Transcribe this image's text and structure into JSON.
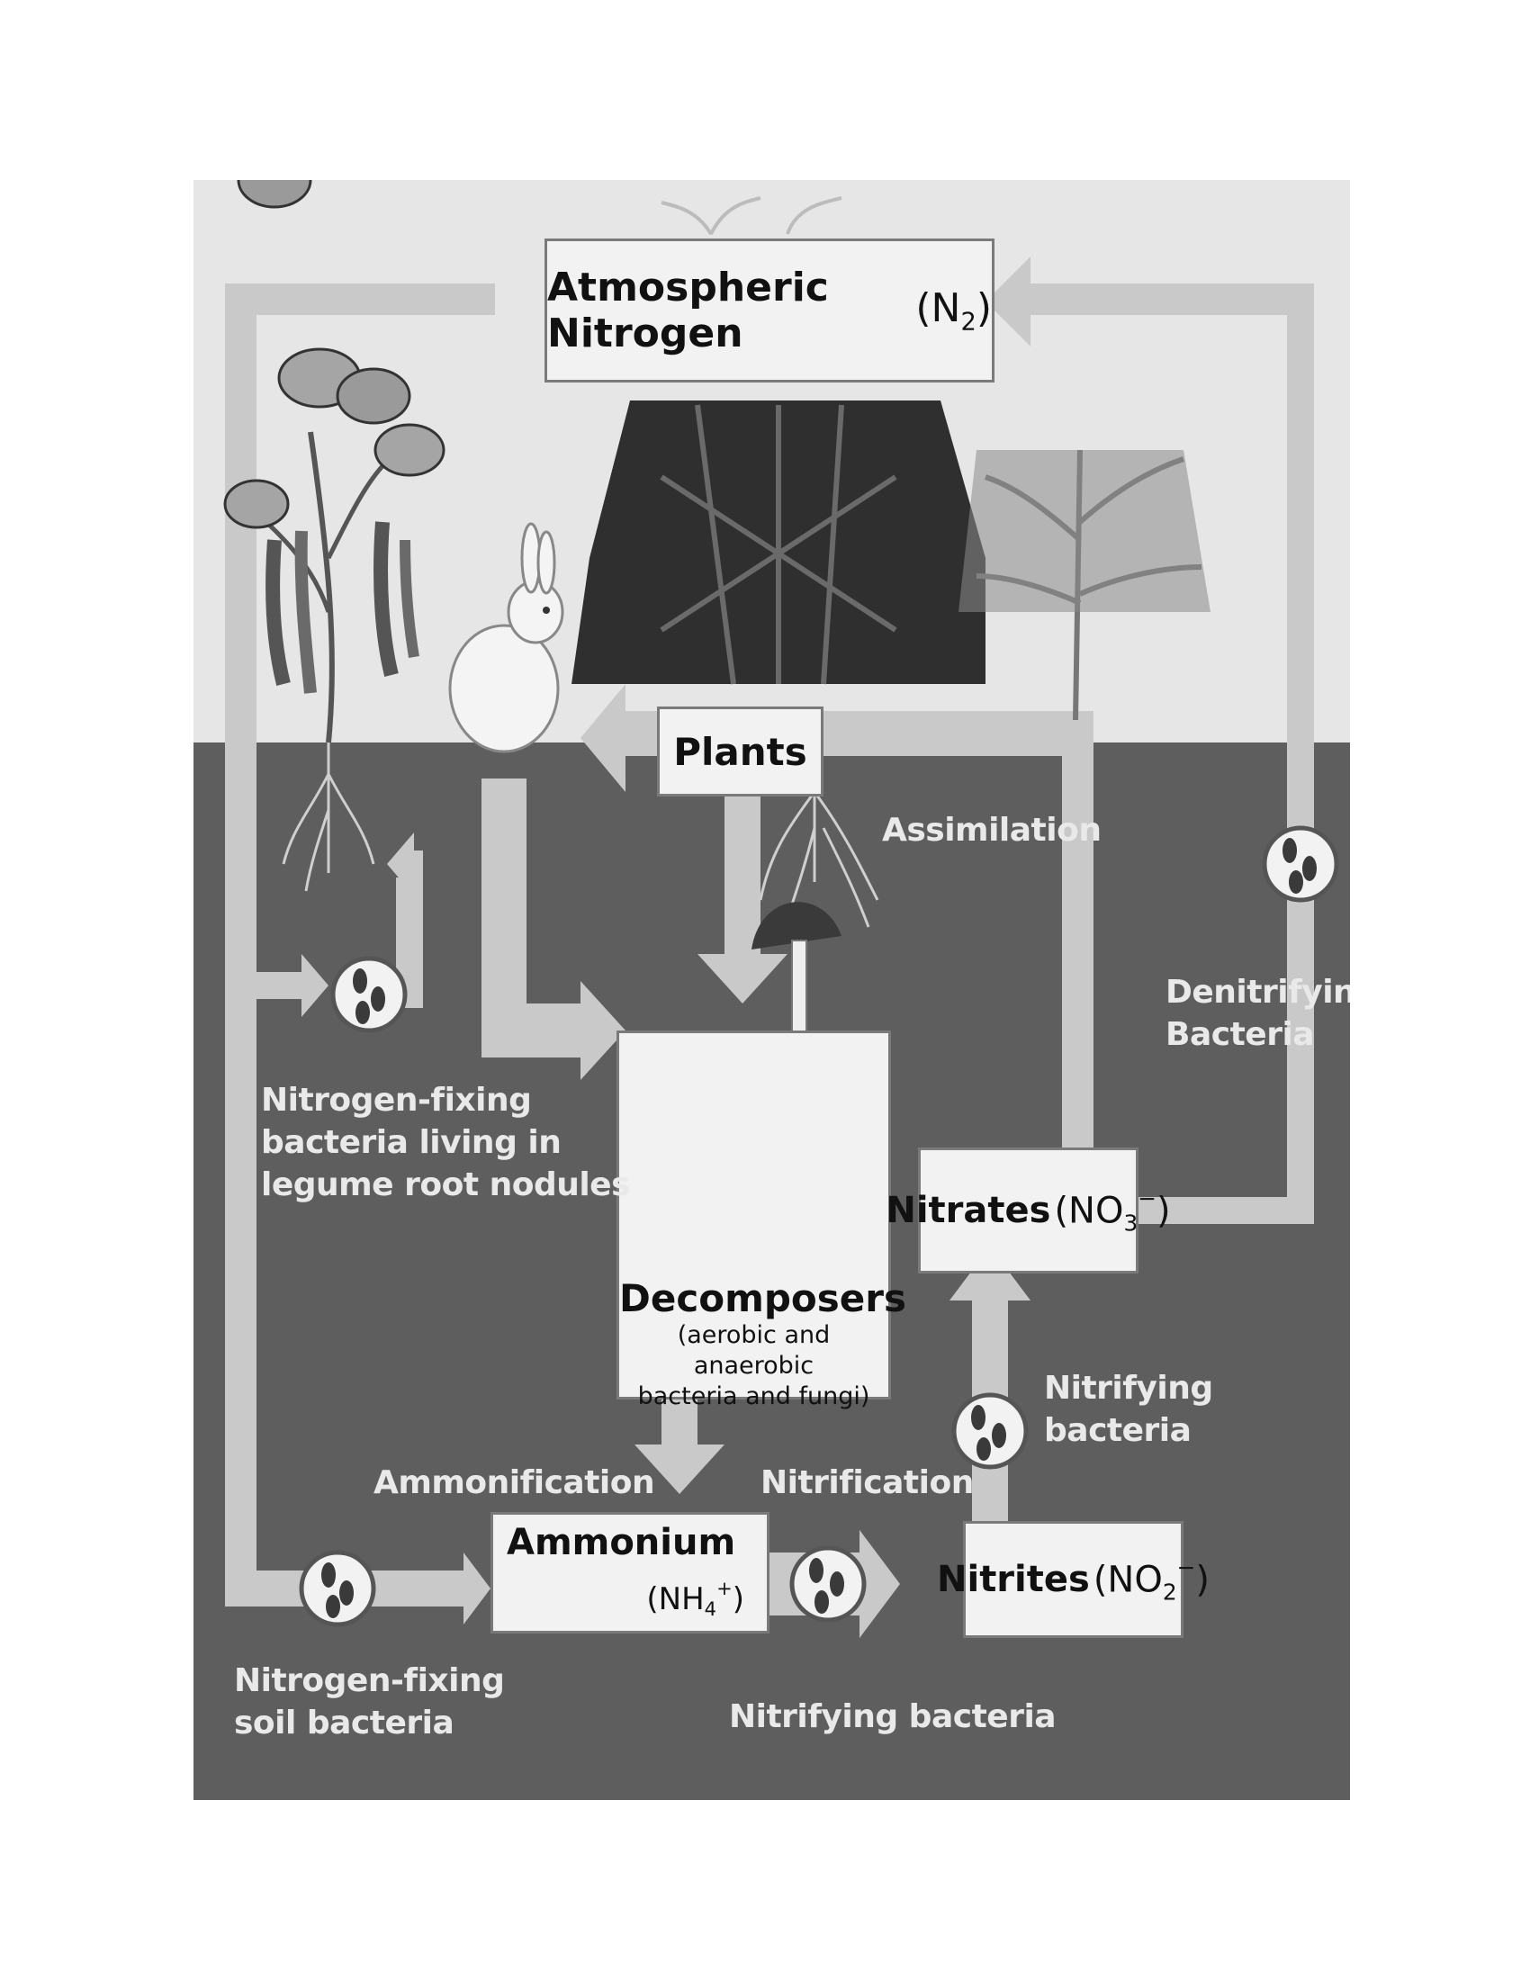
{
  "diagram": {
    "atmospheric": {
      "name": "Atmospheric Nitrogen",
      "formula_open": "(N",
      "formula_sub": "2",
      "formula_close": ")"
    },
    "plants": "Plants",
    "assimilation": "Assimilation",
    "denitrifying": {
      "line1": "Denitrifying",
      "line2": "Bacteria"
    },
    "nodule_bacteria": {
      "line1": "Nitrogen-fixing",
      "line2": "bacteria living in",
      "line3": "legume root nodules"
    },
    "decomposers": {
      "title": "Decomposers",
      "line1": "(aerobic and anaerobic",
      "line2": "bacteria and fungi)"
    },
    "nitrates": {
      "name": "Nitrates",
      "formula_open": "(NO",
      "formula_sub": "3",
      "formula_sup": "−",
      "formula_close": ")"
    },
    "nitrifying_right": {
      "line1": "Nitrifying",
      "line2": "bacteria"
    },
    "ammonification": "Ammonification",
    "nitrification": "Nitrification",
    "ammonium": {
      "name": "Ammonium",
      "formula_open": "(NH",
      "formula_sub": "4",
      "formula_sup": "+",
      "formula_close": ")"
    },
    "nitrites": {
      "name": "Nitrites",
      "formula_open": "(NO",
      "formula_sub": "2",
      "formula_sup": "−",
      "formula_close": ")"
    },
    "soil_bacteria": {
      "line1": "Nitrogen-fixing",
      "line2": "soil bacteria"
    },
    "nitrifying_bottom": "Nitrifying bacteria"
  },
  "colors": {
    "sky": "#e6e6e6",
    "soil": "#5e5e5e",
    "arrow": "#c9c9c9",
    "box": "#f2f2f2"
  }
}
